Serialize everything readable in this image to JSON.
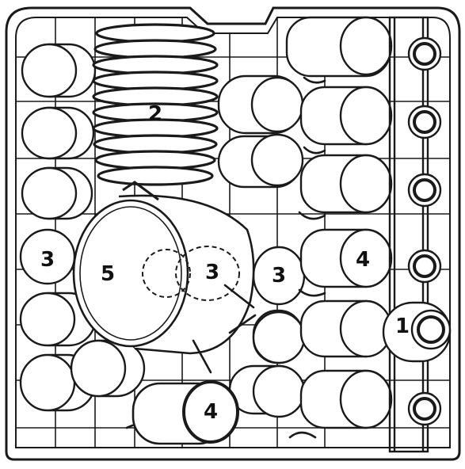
{
  "diagram": {
    "callouts": [
      {
        "id": "c1",
        "text": "1"
      },
      {
        "id": "c2",
        "text": "2"
      },
      {
        "id": "c3a",
        "text": "3"
      },
      {
        "id": "c3b",
        "text": "3"
      },
      {
        "id": "c3c",
        "text": "3"
      },
      {
        "id": "c4a",
        "text": "4"
      },
      {
        "id": "c4b",
        "text": "4"
      },
      {
        "id": "c5",
        "text": "5"
      }
    ],
    "colors": {
      "line": "#1a1a1a",
      "fill": "#ffffff",
      "background": "#ffffff"
    }
  }
}
